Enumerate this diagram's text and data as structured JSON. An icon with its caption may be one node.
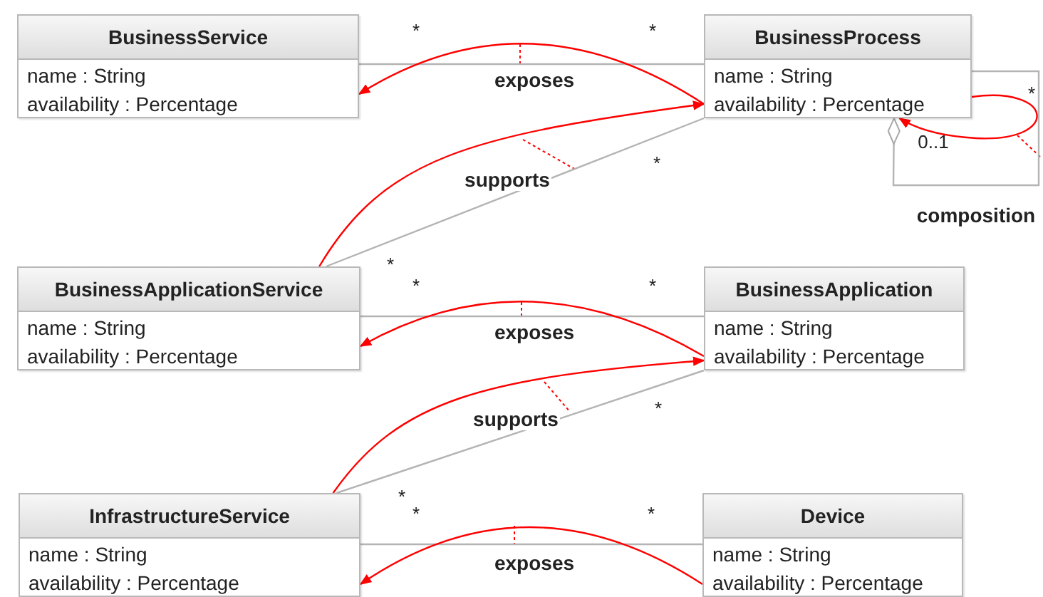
{
  "diagram": {
    "nodes": [
      {
        "text": [
          "BusinessService",
          "name : String",
          "availability : Percentage"
        ]
      },
      {
        "text": [
          "BusinessProcess",
          "name : String",
          "availability : Percentage"
        ]
      },
      {
        "text": [
          "BusinessApplicationService",
          "name : String",
          "availability : Percentage"
        ]
      },
      {
        "text": [
          "BusinessApplication",
          "name : String",
          "availability : Percentage"
        ]
      },
      {
        "text": [
          "InfrastructureService",
          "name : String",
          "availability : Percentage"
        ]
      },
      {
        "text": [
          "Device",
          "name : String",
          "availability : Percentage"
        ]
      }
    ],
    "edges": [
      {
        "from": 0,
        "to": 1,
        "arrow": "none",
        "label": "exposes"
      },
      {
        "from": 1,
        "to": 2,
        "arrow": "none",
        "label": "supports"
      },
      {
        "from": 2,
        "to": 3,
        "arrow": "none",
        "label": "exposes"
      },
      {
        "from": 3,
        "to": 4,
        "arrow": "none",
        "label": "supports"
      },
      {
        "from": 4,
        "to": 5,
        "arrow": "none",
        "label": "exposes"
      },
      {
        "from": 1,
        "to": 1,
        "arrow": "other",
        "label": "composition"
      },
      {
        "from": 1,
        "to": 0,
        "arrow": "to",
        "color": "#ff0000"
      },
      {
        "from": 2,
        "to": 1,
        "arrow": "to",
        "color": "#ff0000"
      },
      {
        "from": 3,
        "to": 2,
        "arrow": "to",
        "color": "#ff0000"
      },
      {
        "from": 4,
        "to": 3,
        "arrow": "to",
        "color": "#ff0000"
      },
      {
        "from": 5,
        "to": 4,
        "arrow": "to",
        "color": "#ff0000"
      },
      {
        "from": 1,
        "to": 1,
        "arrow": "to",
        "color": "#ff0000"
      }
    ],
    "labels": [
      "*",
      "*",
      "*",
      "0..1",
      "*",
      "*",
      "*",
      "*",
      "*",
      "*",
      "*",
      "*"
    ]
  }
}
